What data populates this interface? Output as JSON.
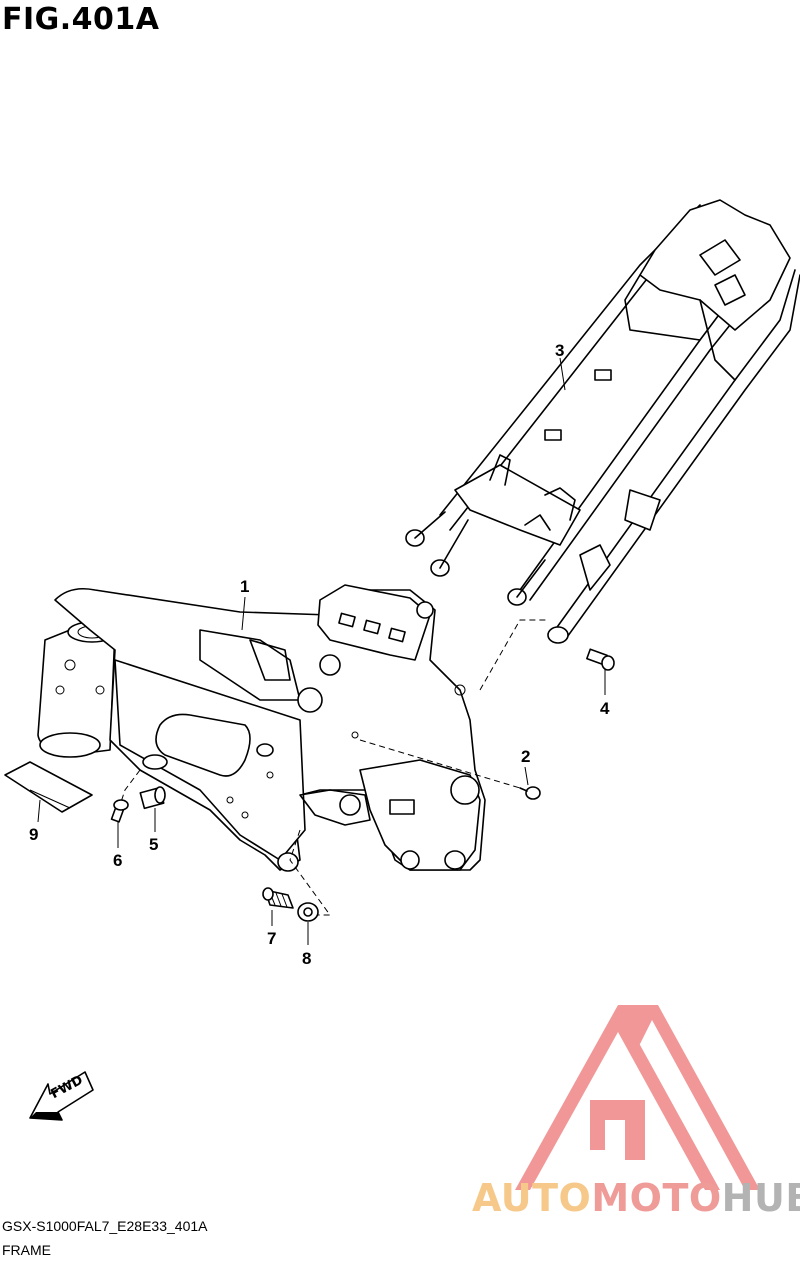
{
  "figure_title": "FIG.401A",
  "callouts": [
    {
      "id": "1",
      "label": "1"
    },
    {
      "id": "2",
      "label": "2"
    },
    {
      "id": "3",
      "label": "3"
    },
    {
      "id": "4",
      "label": "4"
    },
    {
      "id": "5",
      "label": "5"
    },
    {
      "id": "6",
      "label": "6"
    },
    {
      "id": "7",
      "label": "7"
    },
    {
      "id": "8",
      "label": "8"
    },
    {
      "id": "9",
      "label": "9"
    }
  ],
  "fwd_label": "FWD",
  "footer": {
    "model_code": "GSX-S1000FAL7_E28E33_401A",
    "section_name": "FRAME"
  },
  "watermark": {
    "part1": "AUTO",
    "part2": "MOTO",
    "part3": "HUB",
    "colors": {
      "auto": "#f6c98a",
      "moto": "#ef9b98",
      "hub": "#b3b3b3",
      "logo": "#f08c8c"
    }
  }
}
